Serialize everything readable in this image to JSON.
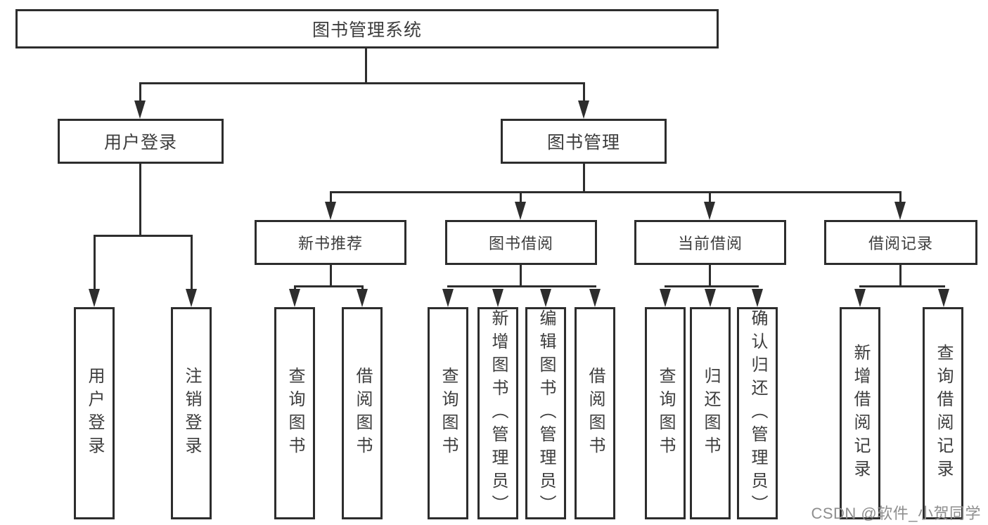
{
  "diagram": {
    "root": {
      "label": "图书管理系统"
    },
    "level2": [
      {
        "label": "用户登录"
      },
      {
        "label": "图书管理"
      }
    ],
    "level3": [
      {
        "label": "新书推荐"
      },
      {
        "label": "图书借阅"
      },
      {
        "label": "当前借阅"
      },
      {
        "label": "借阅记录"
      }
    ],
    "leaves": {
      "user": [
        "用户登录",
        "注销登录"
      ],
      "recommend": [
        "查询图书",
        "借阅图书"
      ],
      "borrow": [
        "查询图书",
        "新增图书（管理员）",
        "编辑图书（管理员）",
        "借阅图书"
      ],
      "current": [
        "查询图书",
        "归还图书",
        "确认归还（管理员）"
      ],
      "records": [
        "新增借阅记录",
        "查询借阅记录"
      ]
    }
  },
  "watermark": {
    "text": "CSDN @软件_小贺同学"
  },
  "colors": {
    "line": "#2d2d2d",
    "text": "#3d3d3d",
    "background": "#ffffff",
    "watermark": "#8e8e8e"
  }
}
